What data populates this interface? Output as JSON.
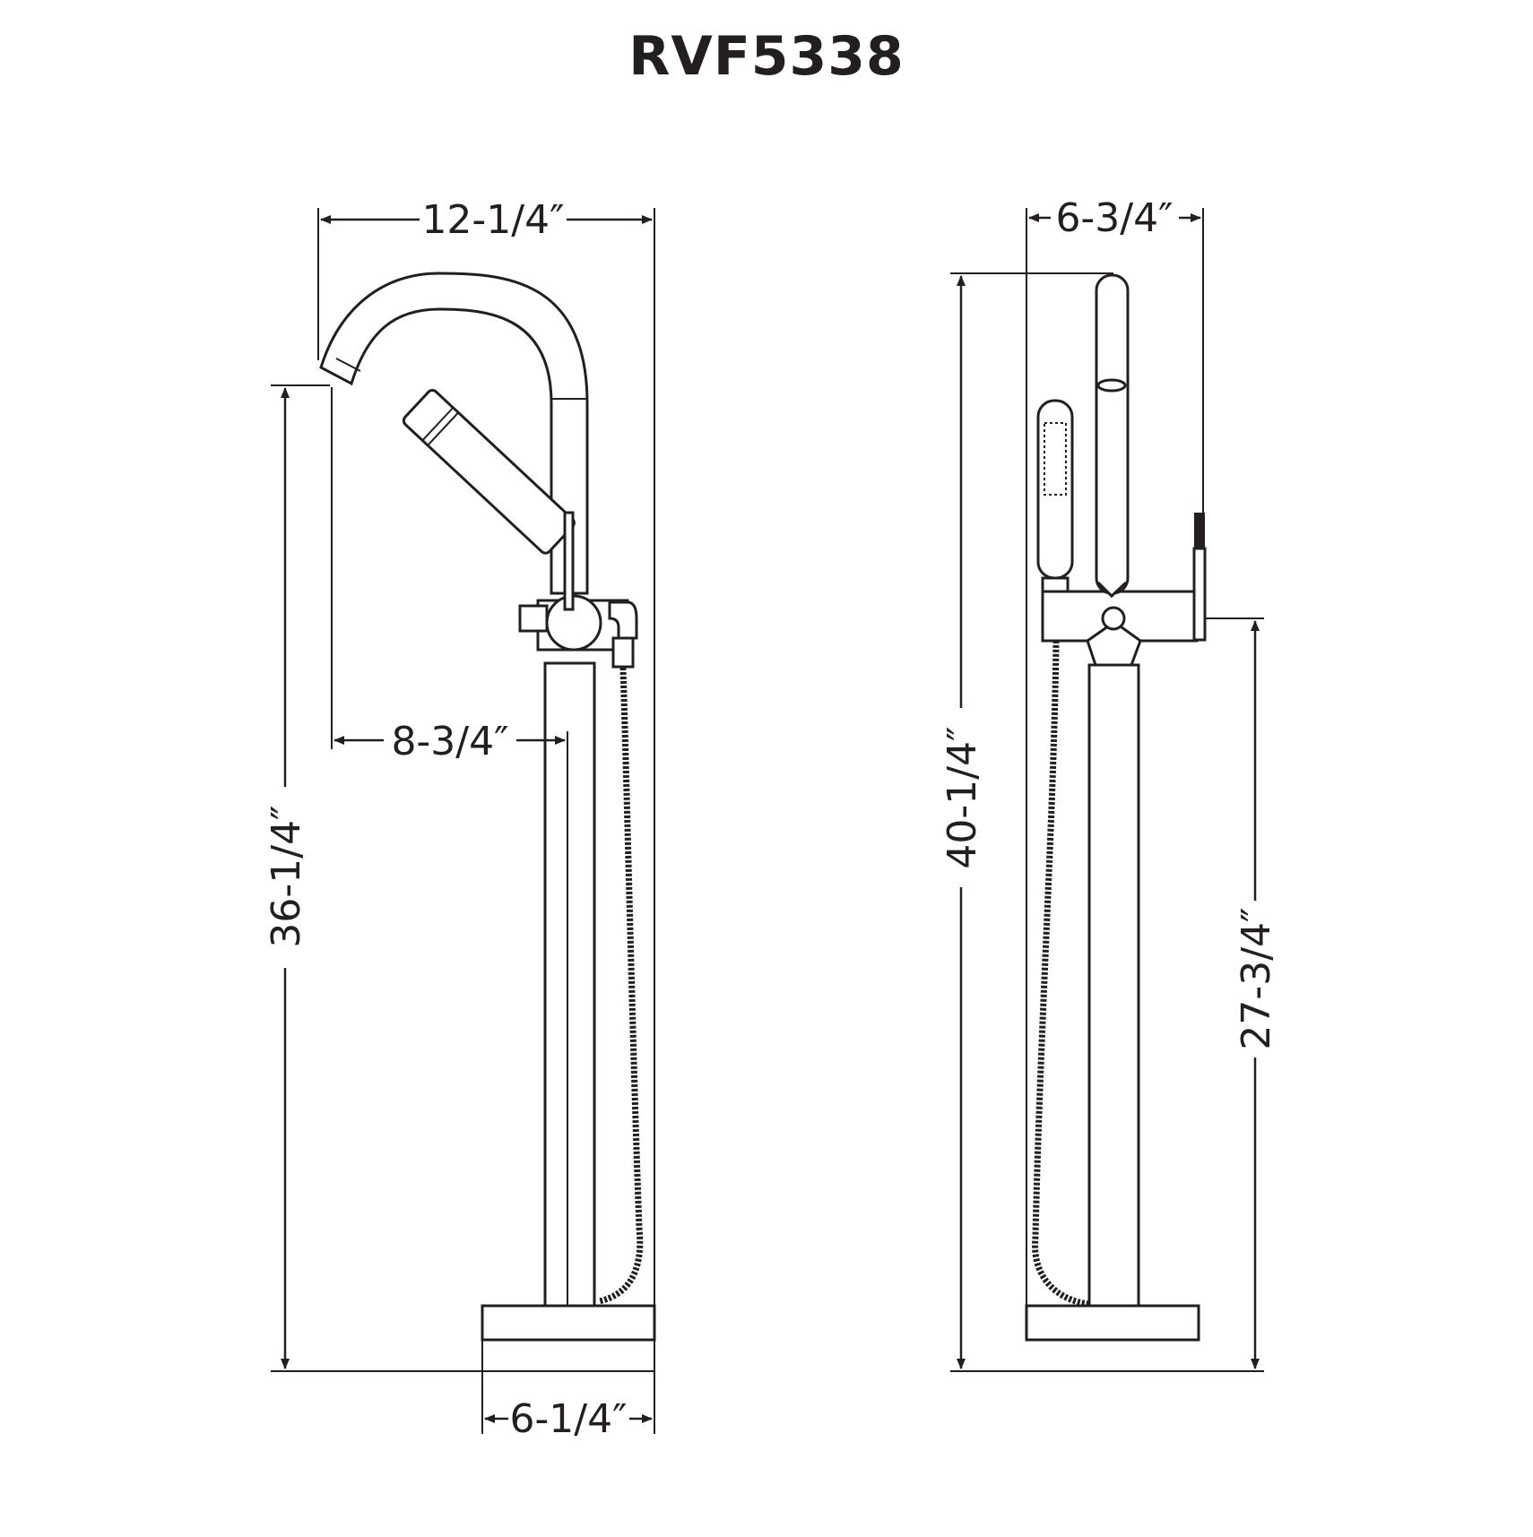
{
  "title": "RVF5338",
  "colors": {
    "line": "#231f20",
    "background": "#ffffff"
  },
  "front_view": {
    "overall_width": "12-1/4″",
    "spout_reach": "8-3/4″",
    "spout_height": "36-1/4″",
    "base_width": "6-1/4″"
  },
  "side_view": {
    "depth": "6-3/4″",
    "overall_height": "40-1/4″",
    "handle_height": "27-3/4″"
  }
}
